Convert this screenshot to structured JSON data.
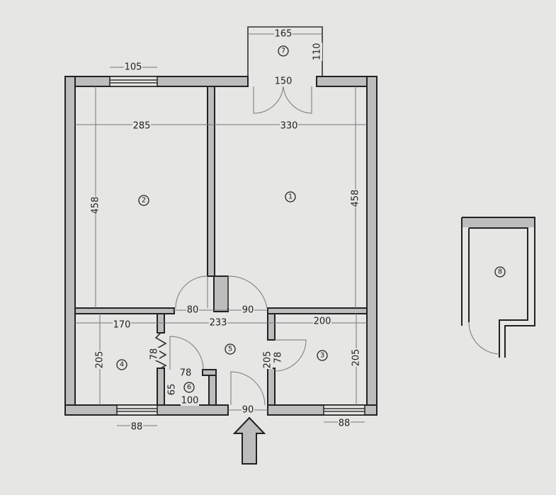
{
  "dimensions": [
    "105",
    "165",
    "110",
    "150",
    "285",
    "330",
    "458",
    "458",
    "80",
    "90",
    "170",
    "233",
    "200",
    "205",
    "78",
    "78",
    "65",
    "100",
    "205",
    "78",
    "205",
    "90",
    "88",
    "88"
  ],
  "rooms": [
    "1",
    "2",
    "3",
    "4",
    "5",
    "6",
    "7",
    "8"
  ],
  "colors": {
    "background": "#e6e6e4",
    "wall_fill": "#bdbdbd",
    "ink": "#222222"
  }
}
